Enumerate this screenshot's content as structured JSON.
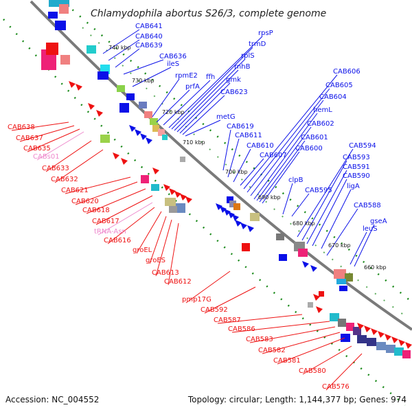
{
  "title": "Chlamydophila abortus S26/3, complete genome",
  "footer": {
    "accession": "Accession: NC_004552",
    "summary": "Topology: circular; Length: 1,144,377 bp; Genes: 974"
  },
  "colors": {
    "forward": "#0a10e8",
    "reverse": "#ee1111",
    "rna": "#ee88cc",
    "backbone": "#888888",
    "dots": "#1a8a1a"
  },
  "ticks": [
    "740 kbp",
    "730 kbp",
    "720 kbp",
    "710 kbp",
    "700 kbp",
    "690 kbp",
    "680 kbp",
    "670 kbp",
    "660 kbp"
  ],
  "blue_labels": [
    "CAB641",
    "CAB640",
    "CAB639",
    "CAB636",
    "ileS",
    "rpmE2",
    "prfA",
    "ffh",
    "rpsP",
    "trmD",
    "rplS",
    "rnhB",
    "gmk",
    "CAB623",
    "metG",
    "CAB619",
    "CAB611",
    "CAB610",
    "CAB607",
    "CAB606",
    "CAB605",
    "CAB604",
    "hemL",
    "CAB602",
    "CAB601",
    "CAB600",
    "clpB",
    "CAB595",
    "CAB594",
    "CAB593",
    "CAB591",
    "CAB590",
    "ligA",
    "CAB588",
    "leuS",
    "gseA"
  ],
  "red_labels": [
    "CAB638",
    "CAB637",
    "CAB635",
    "CABs01",
    "CAB633",
    "CAB632",
    "CAB621",
    "CAB620",
    "CAB618",
    "CAB617",
    "tRNA-Asn",
    "CAB616",
    "groEL",
    "groES",
    "CAB613",
    "CAB612",
    "pmp17G",
    "CAB592",
    "CAB587",
    "CAB586",
    "CAB583",
    "CAB582",
    "CAB581",
    "CAB580",
    "CAB576"
  ]
}
